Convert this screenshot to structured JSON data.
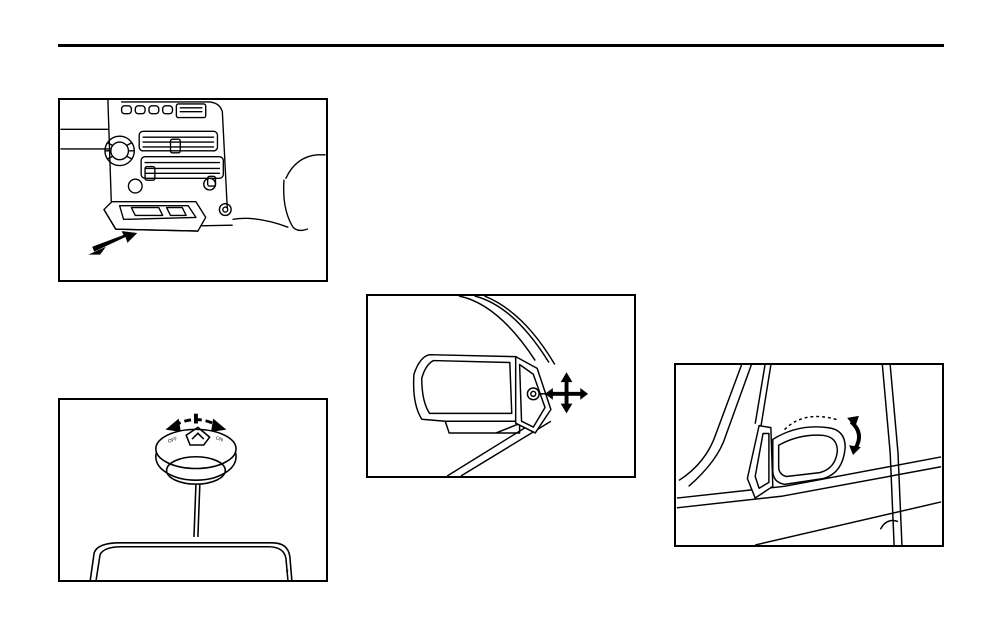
{
  "header": {
    "rule_color": "#000000"
  },
  "figures": {
    "ashtray": {
      "icon": "ashtray-pull-out-icon",
      "arrow": "pull-arrow"
    },
    "lighter": {
      "icon": "interior-lamp-switch-icon",
      "off_label": "OFF",
      "on_label": "ON",
      "small_mark": "ıı"
    },
    "mirror_adjust": {
      "icon": "mirror-adjust-lever-icon",
      "arrow": "four-way-arrow"
    },
    "mirror_fold": {
      "icon": "mirror-fold-icon",
      "arrow": "fold-arrow"
    }
  }
}
